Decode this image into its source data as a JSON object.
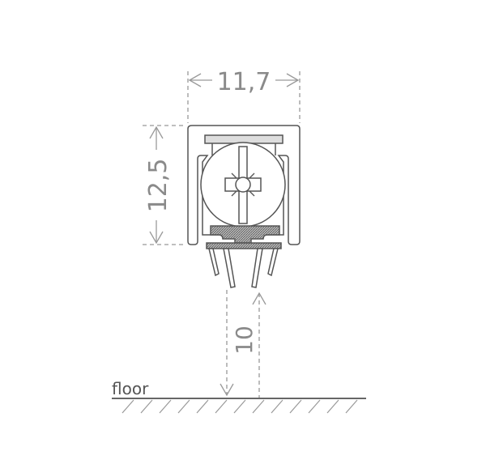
{
  "dimensions": {
    "width": "11,7",
    "height": "12,5",
    "floor_clearance": "10"
  },
  "labels": {
    "floor": "floor"
  },
  "colors": {
    "outline": "#555555",
    "dimension": "#999999",
    "hatch": "#888888"
  }
}
